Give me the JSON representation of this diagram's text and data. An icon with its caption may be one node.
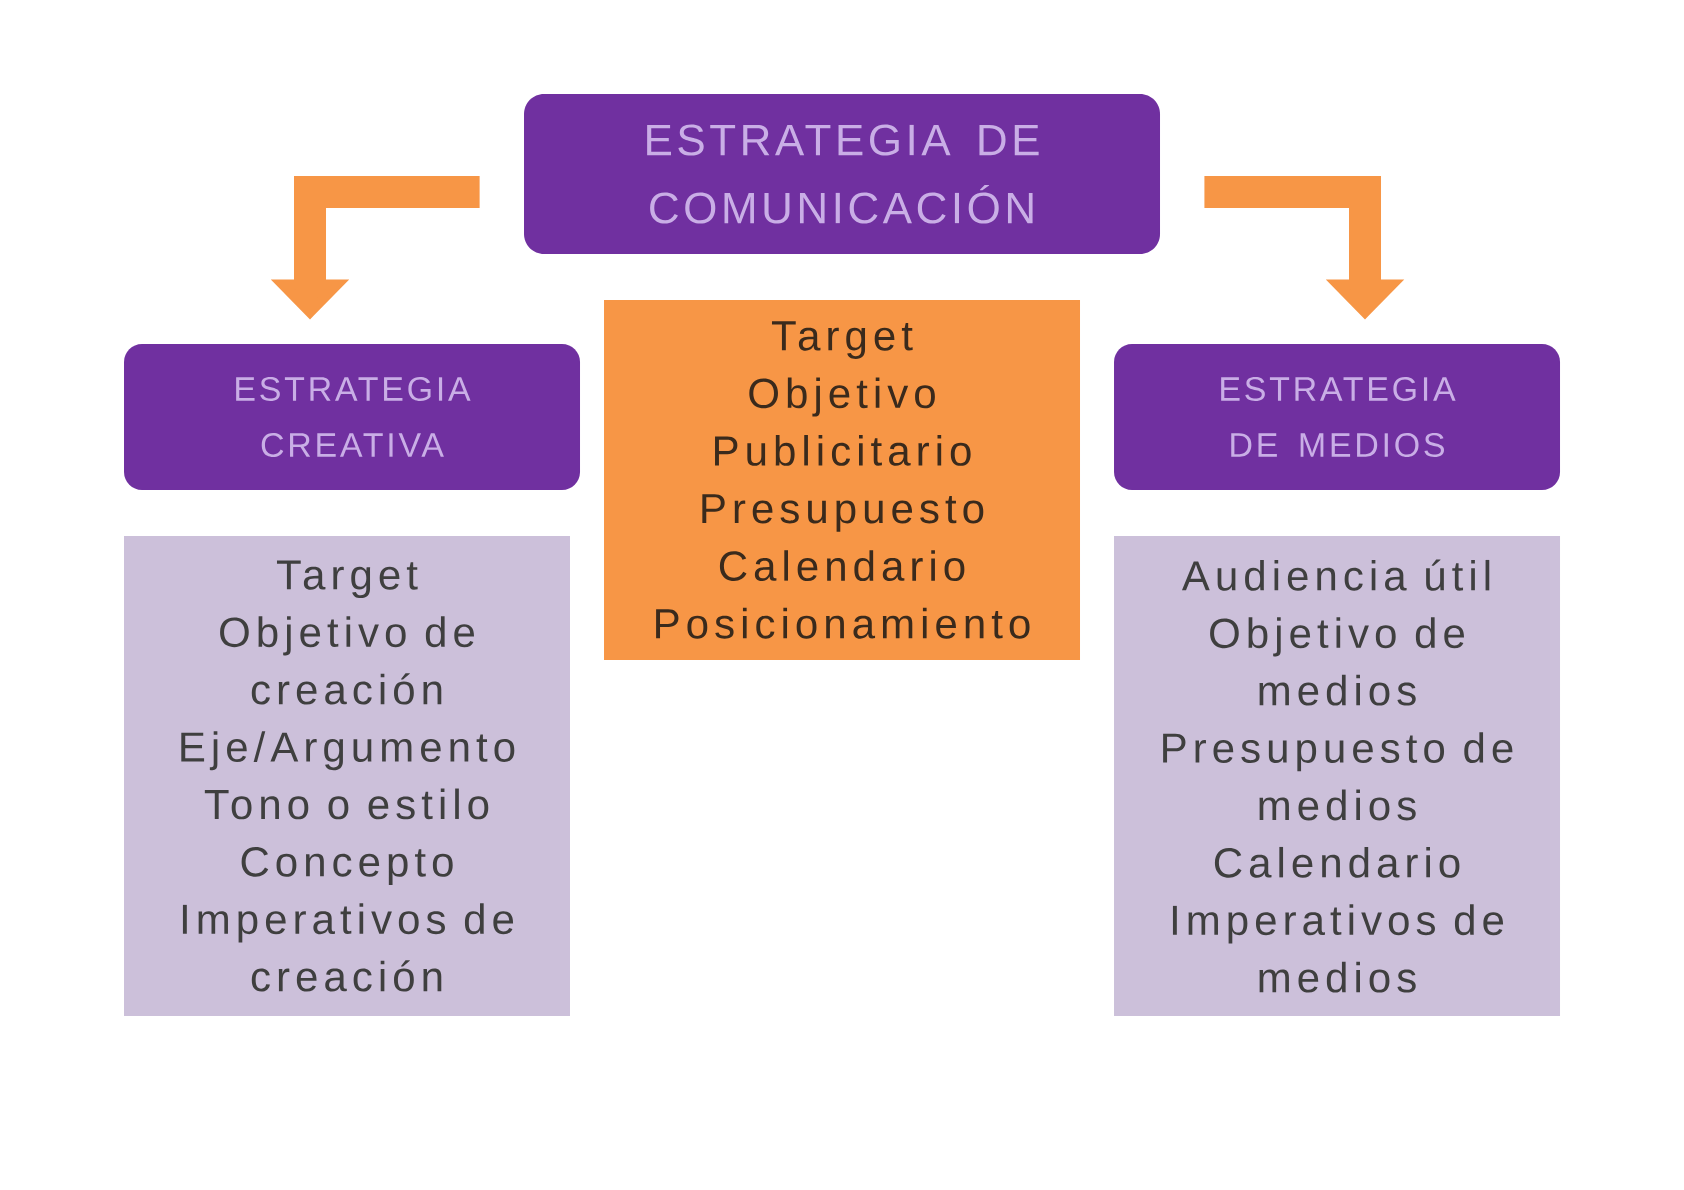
{
  "diagram": {
    "nodes": [
      {
        "text": [
          "ESTRATEGIA DE COMUNICACIÓN"
        ]
      },
      {
        "text": [
          "ESTRATEGIA CREATIVA"
        ]
      },
      {
        "text": [
          "Target",
          "Objetivo de creación",
          "Eje/Argumento",
          "Tono o estilo",
          "Concepto",
          "Imperativos de creación"
        ]
      },
      {
        "text": [
          "Target",
          "Objetivo Publicitario",
          "Presupuesto",
          "Calendario",
          "Posicionamiento"
        ]
      },
      {
        "text": [
          "ESTRATEGIA DE MEDIOS"
        ]
      },
      {
        "text": [
          "Audiencia útil",
          "Objetivo de medios",
          "Presupuesto de medios",
          "Calendario",
          "Imperativos de medios"
        ]
      }
    ],
    "edges": [
      {
        "from": 0,
        "to": 1,
        "arrow": "to"
      },
      {
        "from": 0,
        "to": 4,
        "arrow": "to"
      }
    ]
  }
}
